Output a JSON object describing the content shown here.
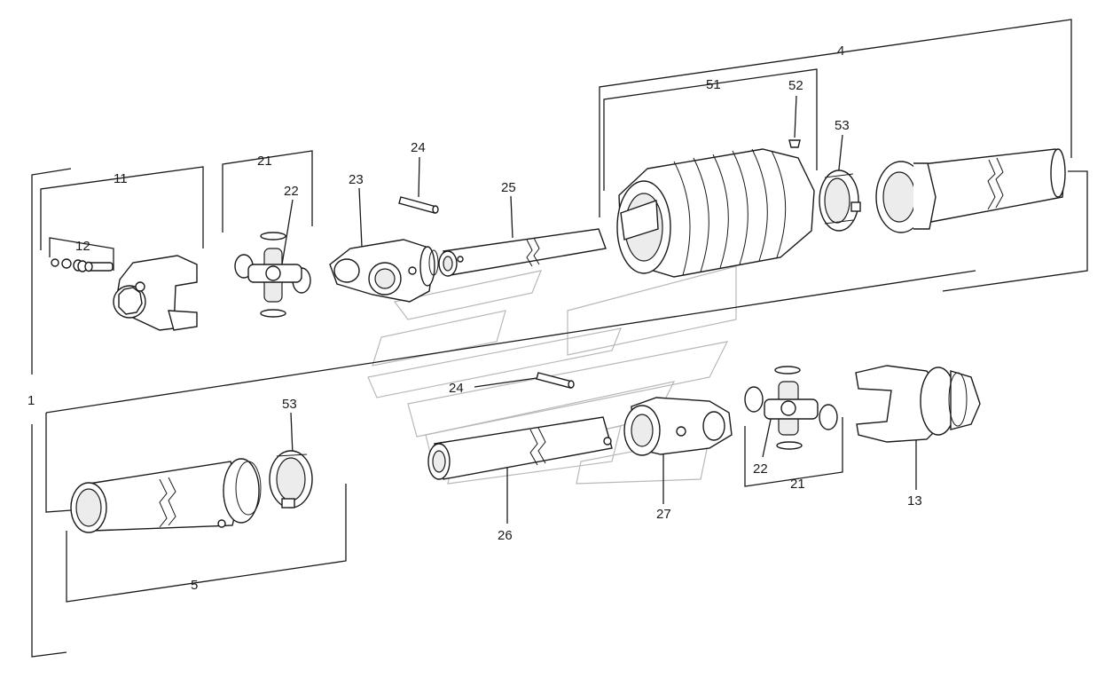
{
  "diagram": {
    "labels": {
      "l1": "1",
      "l4": "4",
      "l5": "5",
      "l11": "11",
      "l12": "12",
      "l13": "13",
      "l21a": "21",
      "l21b": "21",
      "l22a": "22",
      "l22b": "22",
      "l23": "23",
      "l24a": "24",
      "l24b": "24",
      "l25": "25",
      "l26": "26",
      "l27": "27",
      "l51": "51",
      "l52": "52",
      "l53a": "53",
      "l53b": "53"
    }
  }
}
